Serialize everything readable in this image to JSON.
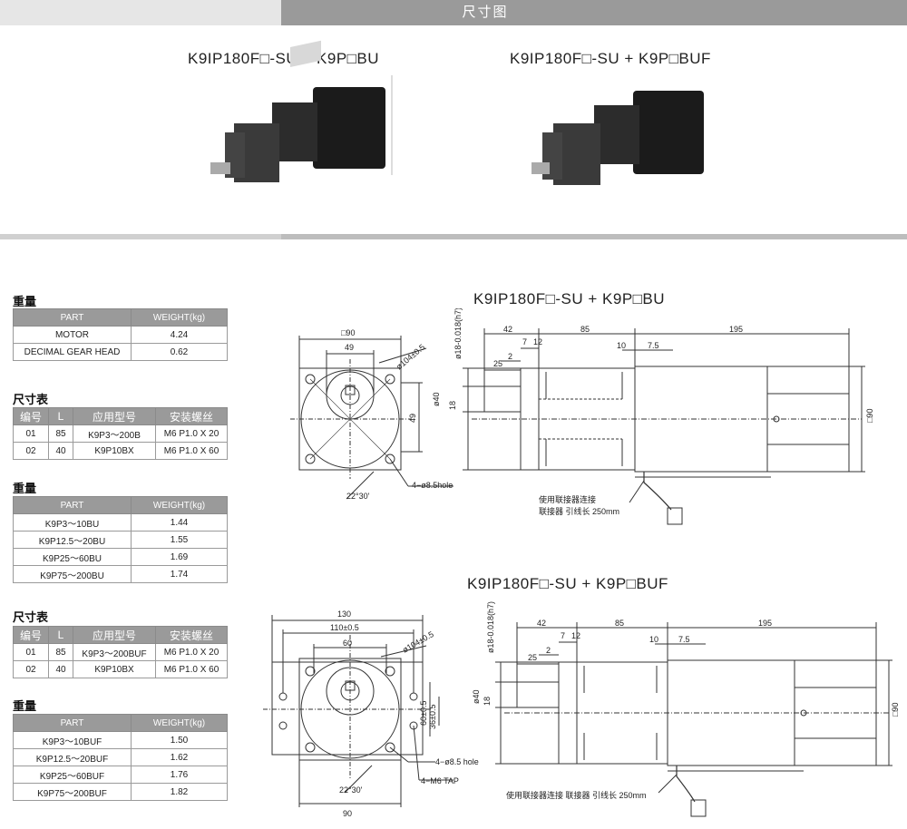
{
  "header": {
    "title": "尺寸图"
  },
  "products": [
    {
      "title": "K9IP180F□-SU + K9P□BU"
    },
    {
      "title": "K9IP180F□-SU + K9P□BUF"
    }
  ],
  "drawings": [
    {
      "title": "K9IP180F□-SU + K9P□BU",
      "front": {
        "square": "□90",
        "d49": "49",
        "flange": "ø104±0.5",
        "h49": "49",
        "hole": "4−ø8.5hole",
        "angle": "22°30'"
      },
      "side": {
        "shaft": "ø18-0.018(h7)",
        "d42": "42",
        "d85": "85",
        "d195": "195",
        "d7": "7",
        "d12": "12",
        "d2": "2",
        "d25": "25",
        "d10": "10",
        "d7_5": "7.5",
        "d40": "ø40",
        "d18": "18",
        "d90": "□90",
        "note1": "使用联接器连接",
        "note2": "联接器 引线长 250mm"
      }
    },
    {
      "title": "K9IP180F□-SU + K9P□BUF",
      "front": {
        "w130": "130",
        "w110": "110±0.5",
        "w60": "60",
        "flange": "ø104±0.5",
        "h60": "60±0.5",
        "h36": "36±0.5",
        "hole": "4−ø8.5 hole",
        "tap": "4−M6 TAP",
        "angle": "22°30'",
        "w90": "90"
      },
      "side": {
        "shaft": "ø18-0.018(h7)",
        "d42": "42",
        "d85": "85",
        "d195": "195",
        "d7": "7",
        "d12": "12",
        "d2": "2",
        "d25": "25",
        "d10": "10",
        "d7_5": "7.5",
        "d40": "ø40",
        "d18": "18",
        "d90": "□90",
        "note": "使用联接器连接 联接器 引线长 250mm"
      }
    }
  ],
  "tables": {
    "weight1": {
      "title": "重量",
      "headers": [
        "PART",
        "WEIGHT(kg)"
      ],
      "rows": [
        [
          "MOTOR",
          "4.24"
        ],
        [
          "DECIMAL GEAR HEAD",
          "0.62"
        ]
      ]
    },
    "dim1": {
      "title": "尺寸表",
      "headers": [
        "编号",
        "L",
        "应用型号",
        "安装螺丝"
      ],
      "rows": [
        [
          "01",
          "85",
          "K9P3～200B",
          "M6 P1.0 X 20"
        ],
        [
          "02",
          "40",
          "K9P10BX",
          "M6 P1.0 X 60"
        ]
      ]
    },
    "weight2": {
      "title": "重量",
      "headers": [
        "PART",
        "WEIGHT(kg)"
      ],
      "rows": [
        [
          "K9P3～10BU",
          "1.44"
        ],
        [
          "K9P12.5～20BU",
          "1.55"
        ],
        [
          "K9P25～60BU",
          "1.69"
        ],
        [
          "K9P75～200BU",
          "1.74"
        ]
      ]
    },
    "dim2": {
      "title": "尺寸表",
      "headers": [
        "编号",
        "L",
        "应用型号",
        "安装螺丝"
      ],
      "rows": [
        [
          "01",
          "85",
          "K9P3～200BUF",
          "M6 P1.0 X 20"
        ],
        [
          "02",
          "40",
          "K9P10BX",
          "M6 P1.0 X 60"
        ]
      ]
    },
    "weight3": {
      "title": "重量",
      "headers": [
        "PART",
        "WEIGHT(kg)"
      ],
      "rows": [
        [
          "K9P3～10BUF",
          "1.50"
        ],
        [
          "K9P12.5～20BUF",
          "1.62"
        ],
        [
          "K9P25～60BUF",
          "1.76"
        ],
        [
          "K9P75～200BUF",
          "1.82"
        ]
      ]
    }
  }
}
